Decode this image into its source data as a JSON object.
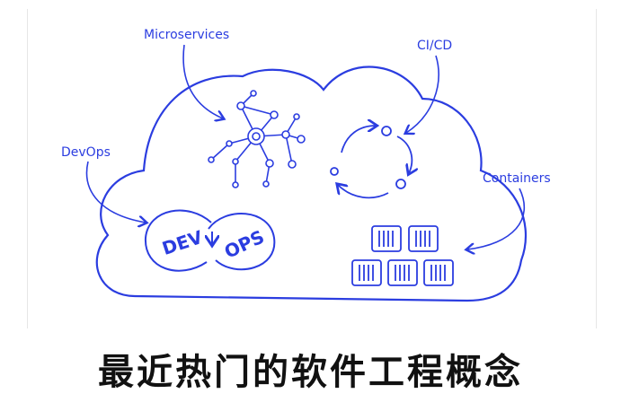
{
  "labels": {
    "microservices": "Microservices",
    "cicd": "CI/CD",
    "devops": "DevOps",
    "containers": "Containers",
    "dev": "DEV",
    "ops": "OPS"
  },
  "caption": "最近热门的软件工程概念",
  "colors": {
    "ink": "#2b3de0",
    "caption": "#111111"
  }
}
